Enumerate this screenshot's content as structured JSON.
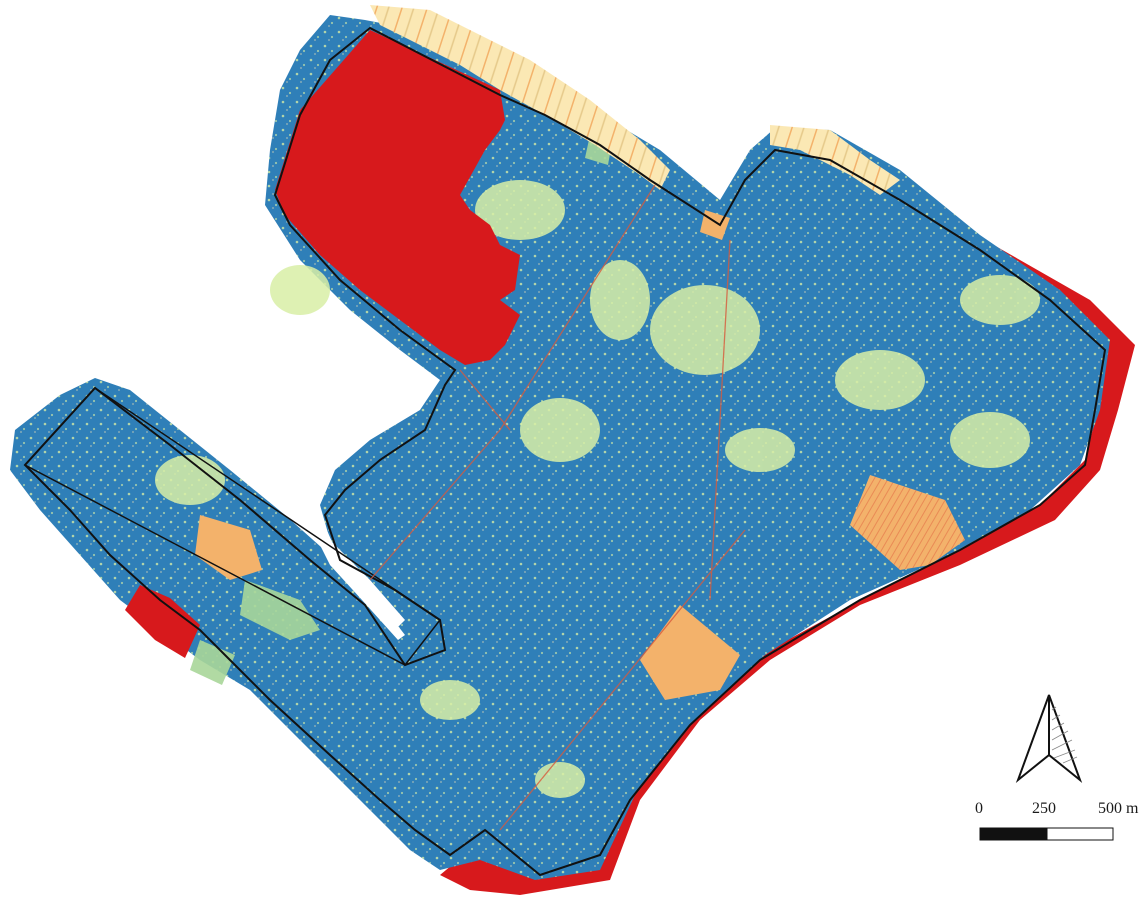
{
  "map": {
    "palette": {
      "water_or_low": "#2f7fb8",
      "medium": "#d8eea6",
      "medium_high": "#a9d79a",
      "high": "#f3b26b",
      "very_high": "#d7191c",
      "pale": "#fbe8b4",
      "boundary": "#111111",
      "background": "#ffffff"
    },
    "north_arrow": {
      "icon": "north-arrow-icon"
    },
    "scale_bar": {
      "label_0": "0",
      "label_1": "250",
      "label_2": "500 m"
    }
  }
}
